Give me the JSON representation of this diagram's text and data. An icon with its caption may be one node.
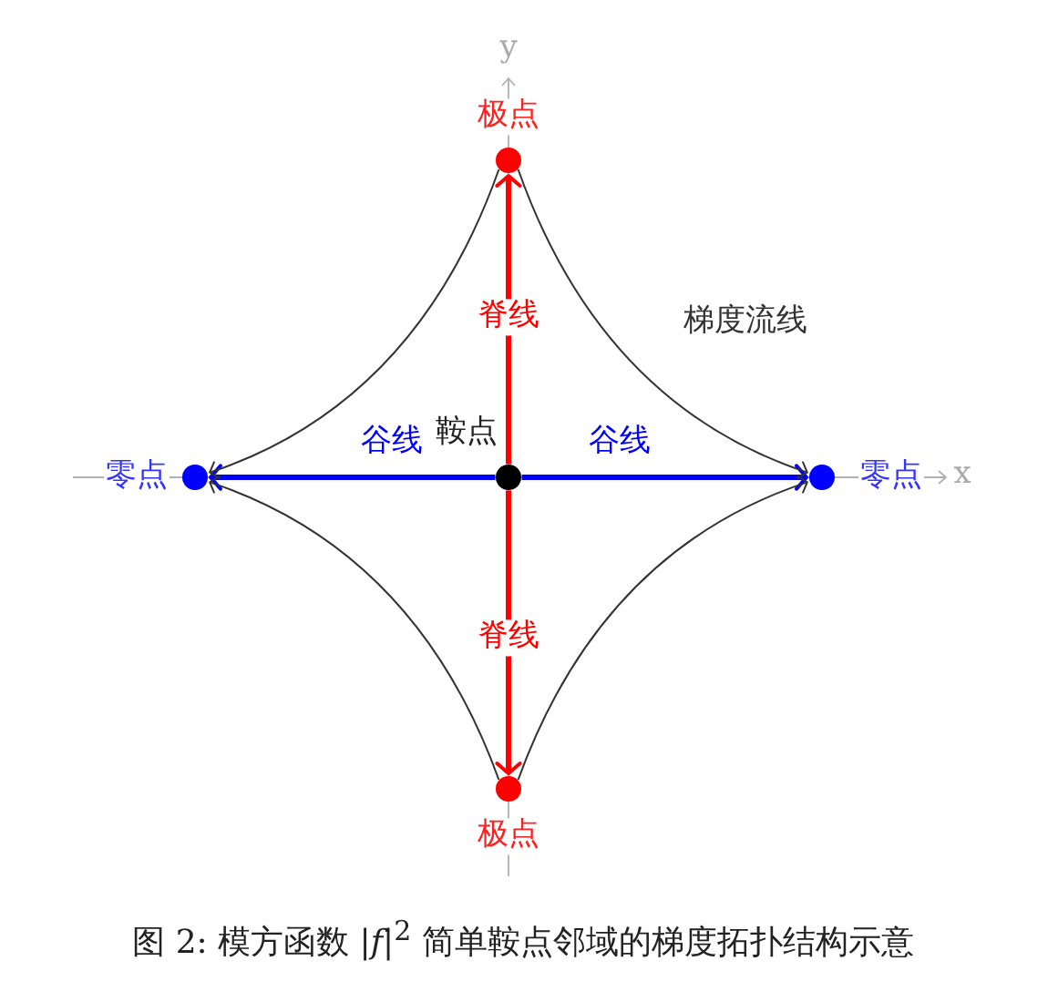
{
  "diagram": {
    "caption": "图 2: 模方函数 |*f*|$^{2}$ 简单鞍点邻域的梯度拓扑结构示意",
    "nodes": [
      {
        "text": [],
        "shape": "circle",
        "beside": [
          "极点"
        ]
      },
      {
        "text": [],
        "shape": "circle",
        "beside": [
          "零点"
        ]
      },
      {
        "text": [],
        "shape": "circle",
        "beside": [
          "鞍点"
        ]
      },
      {
        "text": [],
        "shape": "circle",
        "beside": [
          "零点"
        ]
      },
      {
        "text": [],
        "shape": "circle",
        "beside": [
          "极点"
        ]
      }
    ],
    "edges": [
      {
        "from": 2,
        "to": 0,
        "arrow": "to",
        "label": "脊线",
        "style": "thick",
        "color": "#ff0000"
      },
      {
        "from": 2,
        "to": 4,
        "arrow": "to",
        "label": "脊线",
        "style": "thick",
        "color": "#ff0000"
      },
      {
        "from": 2,
        "to": 1,
        "arrow": "to",
        "label": "谷线",
        "style": "thick",
        "color": "#0000ff"
      },
      {
        "from": 2,
        "to": 3,
        "arrow": "to",
        "label": "谷线",
        "style": "thick",
        "color": "#0000ff"
      },
      {
        "from": 0,
        "to": 1,
        "arrow": "to"
      },
      {
        "from": 0,
        "to": 3,
        "arrow": "to"
      },
      {
        "from": 4,
        "to": 1,
        "arrow": "to"
      },
      {
        "from": 4,
        "to": 3,
        "arrow": "to"
      }
    ],
    "labels": [
      "y",
      "梯度流线",
      "x"
    ]
  }
}
